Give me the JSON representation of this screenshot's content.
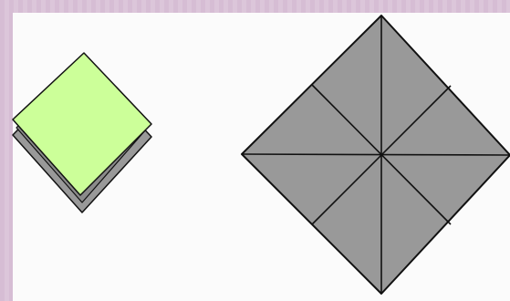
{
  "colors": {
    "frame": "#dcc6da",
    "frame_stripe": "#cfb2cc",
    "canvas": "#fbfbfb",
    "paper_top": "#ccff99",
    "paper_gray": "#999999",
    "paper_gray_dark": "#8a8a8a",
    "line": "#111111"
  },
  "figures": [
    {
      "name": "folded-square-small",
      "description_visible": false,
      "layers": 3
    },
    {
      "name": "creased-square-large",
      "creases": 4,
      "regions": 8
    }
  ]
}
